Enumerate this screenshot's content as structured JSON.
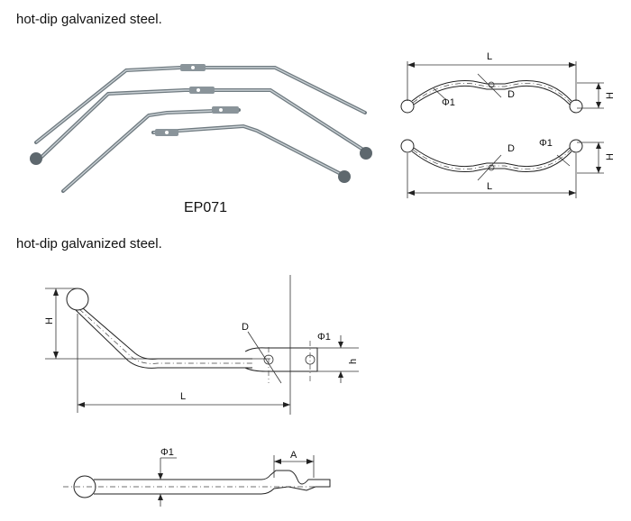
{
  "captions": {
    "top": "hot-dip galvanized steel.",
    "middle": "hot-dip galvanized steel."
  },
  "product_code": "EP071",
  "diagram_top_right": {
    "dim_L_upper": "L",
    "dim_L_lower": "L",
    "dim_H_upper": "H",
    "dim_H_lower": "H",
    "dim_D_upper": "D",
    "dim_D_lower": "D",
    "dim_phi_upper": "Φ1",
    "dim_phi_lower": "Φ1"
  },
  "diagram_middle": {
    "dim_H": "H",
    "dim_L": "L",
    "dim_D": "D",
    "dim_phi": "Φ1",
    "dim_h": "h"
  },
  "diagram_bottom": {
    "dim_phi": "Φ1",
    "dim_A": "A"
  }
}
